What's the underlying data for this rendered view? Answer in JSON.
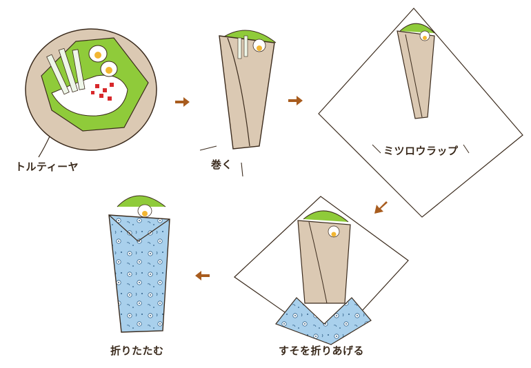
{
  "steps": [
    {
      "label": "トルティーヤ"
    },
    {
      "label": "巻く"
    },
    {
      "label": "ミツロウラップ"
    },
    {
      "label": "すそを折りあげる"
    },
    {
      "label": "折りたたむ"
    }
  ],
  "colors": {
    "tortilla": "#dbc9b3",
    "lettuce": "#8fcb3a",
    "egg_yolk": "#f2b632",
    "tomato": "#d8282b",
    "cloth": "#a9d0ec",
    "arrow": "#a85c1e",
    "ink": "#3a2a1c"
  }
}
